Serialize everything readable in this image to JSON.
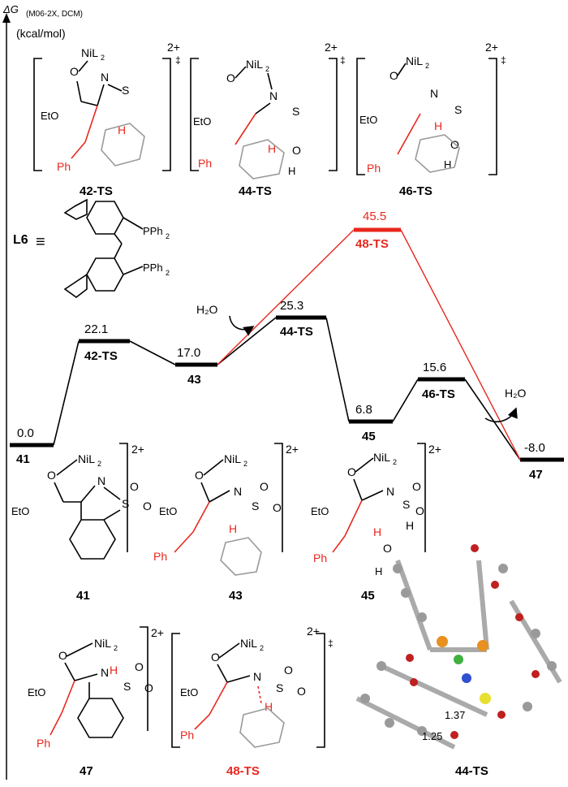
{
  "axis": {
    "label_main": "ΔG",
    "label_sub": "(M06-2X, DCM)",
    "unit": "(kcal/mol)"
  },
  "colors": {
    "main_path": "#000000",
    "alt_path": "#e8281e",
    "ts_arrow": "#000000"
  },
  "ligand": {
    "symbol": "L6",
    "equiv": "≡",
    "pph2_a": "PPh",
    "pph2_b": "PPh",
    "sub2": "2"
  },
  "energy_profile": {
    "levels": [
      {
        "id": "41",
        "energy": "0.0"
      },
      {
        "id": "42-TS",
        "energy": "22.1"
      },
      {
        "id": "43",
        "energy": "17.0"
      },
      {
        "id": "44-TS",
        "energy": "25.3"
      },
      {
        "id": "45",
        "energy": "6.8"
      },
      {
        "id": "46-TS",
        "energy": "15.6"
      },
      {
        "id": "47",
        "energy": "-8.0"
      },
      {
        "id": "48-TS",
        "energy": "45.5"
      }
    ],
    "water_in": "H₂O",
    "water_out": "H₂O"
  },
  "structures": {
    "charge": "2+",
    "ts_mark": "‡",
    "nil2": "NiL",
    "sub2": "2",
    "eto": "EtO",
    "ph": "Ph",
    "h": "H",
    "o": "O",
    "n": "N",
    "s": "S",
    "nh": "H",
    "labels": [
      "42-TS",
      "44-TS",
      "46-TS",
      "41",
      "43",
      "45",
      "47",
      "48-TS",
      "44-TS"
    ]
  },
  "model3d": {
    "d1": "1.37",
    "d2": "1.25"
  }
}
